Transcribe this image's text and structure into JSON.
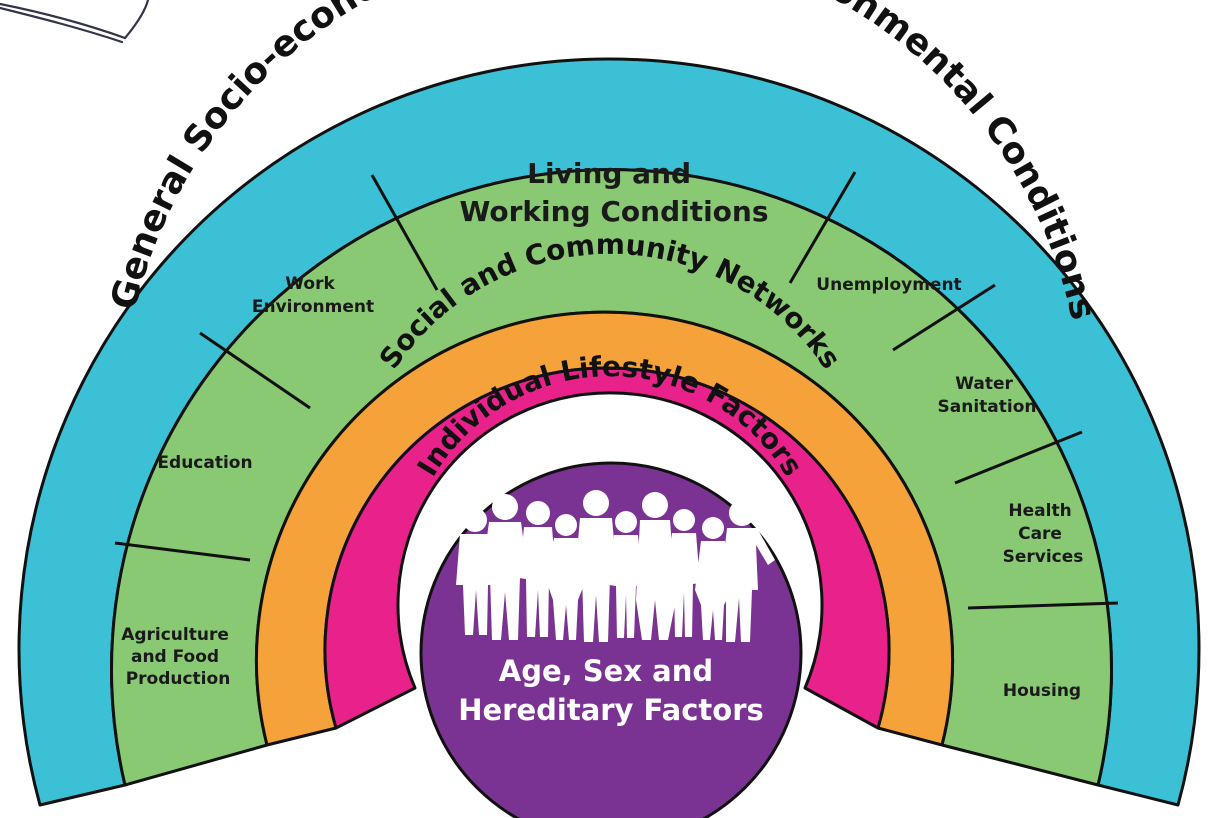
{
  "layers": {
    "general": {
      "label": "General Socio-economic, Cultural and Environmental Conditions",
      "color": "#3cc0d6"
    },
    "living": {
      "label_line1": "Living and",
      "label_line2": "Working Conditions",
      "color": "#89c974"
    },
    "social": {
      "label": "Social and Community Networks",
      "color": "#f5a23a"
    },
    "individual": {
      "label": "Individual Lifestyle Factors",
      "color": "#e8228a"
    },
    "core": {
      "label_line1": "Age, Sex and",
      "label_line2": "Hereditary Factors",
      "color": "#7b3393"
    }
  },
  "segments": {
    "agriculture": [
      "Agriculture",
      "and Food",
      "Production"
    ],
    "education": [
      "Education"
    ],
    "work_environment": [
      "Work",
      "Environment"
    ],
    "unemployment": [
      "Unemployment"
    ],
    "water_sanitation": [
      "Water",
      "Sanitation"
    ],
    "health_care": [
      "Health",
      "Care",
      "Services"
    ],
    "housing": [
      "Housing"
    ]
  },
  "icons": {
    "people": "people-silhouettes-icon",
    "sketch": "sketch-line-decoration"
  },
  "colors": {
    "outline": "#111111",
    "text_dark": "#1a1a1a",
    "text_light": "#ffffff"
  }
}
